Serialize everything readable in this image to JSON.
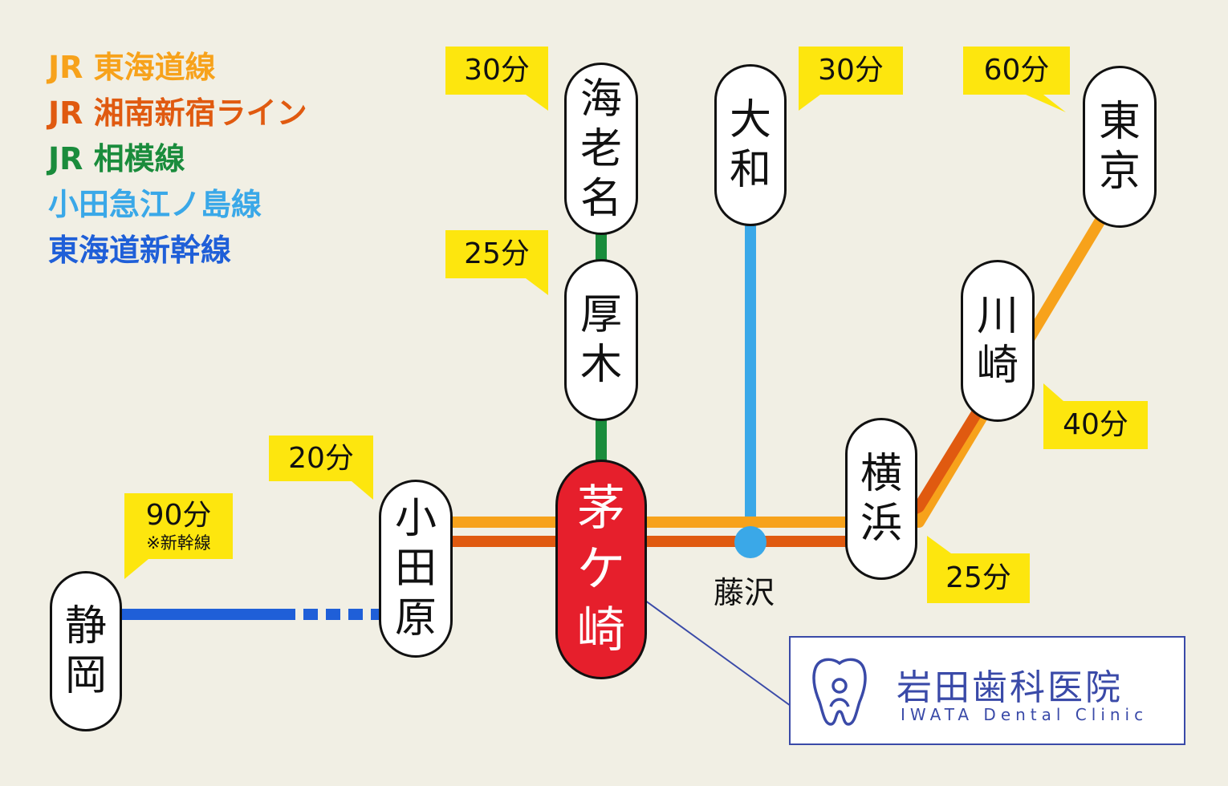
{
  "legend": [
    {
      "label": "JR 東海道線",
      "color": "#f7a21b"
    },
    {
      "label": "JR 湘南新宿ライン",
      "color": "#e05a10"
    },
    {
      "label": "JR 相模線",
      "color": "#1a8c3c"
    },
    {
      "label": "小田急江ノ島線",
      "color": "#3aa8e8"
    },
    {
      "label": "東海道新幹線",
      "color": "#1f5fd8"
    }
  ],
  "stations": {
    "shizuoka": "静岡",
    "odawara": "小田原",
    "chigasaki": "茅ケ崎",
    "ebina": "海老名",
    "atsugi": "厚木",
    "yamato": "大和",
    "yokohama": "横浜",
    "kawasaki": "川崎",
    "tokyo": "東京",
    "fujisawa": "藤沢"
  },
  "times": {
    "ebina": "30分",
    "atsugi": "25分",
    "yamato": "30分",
    "tokyo": "60分",
    "kawasaki": "40分",
    "yokohama": "25分",
    "odawara": "20分",
    "shizuoka": "90分",
    "shizuoka_note": "※新幹線"
  },
  "clinic": {
    "name": "岩田歯科医院",
    "subtitle": "IWATA Dental Clinic"
  },
  "colors": {
    "background": "#f1efe4",
    "callout": "#fde60e",
    "main_station": "#e61f2c",
    "clinic_accent": "#3a4aa8"
  }
}
